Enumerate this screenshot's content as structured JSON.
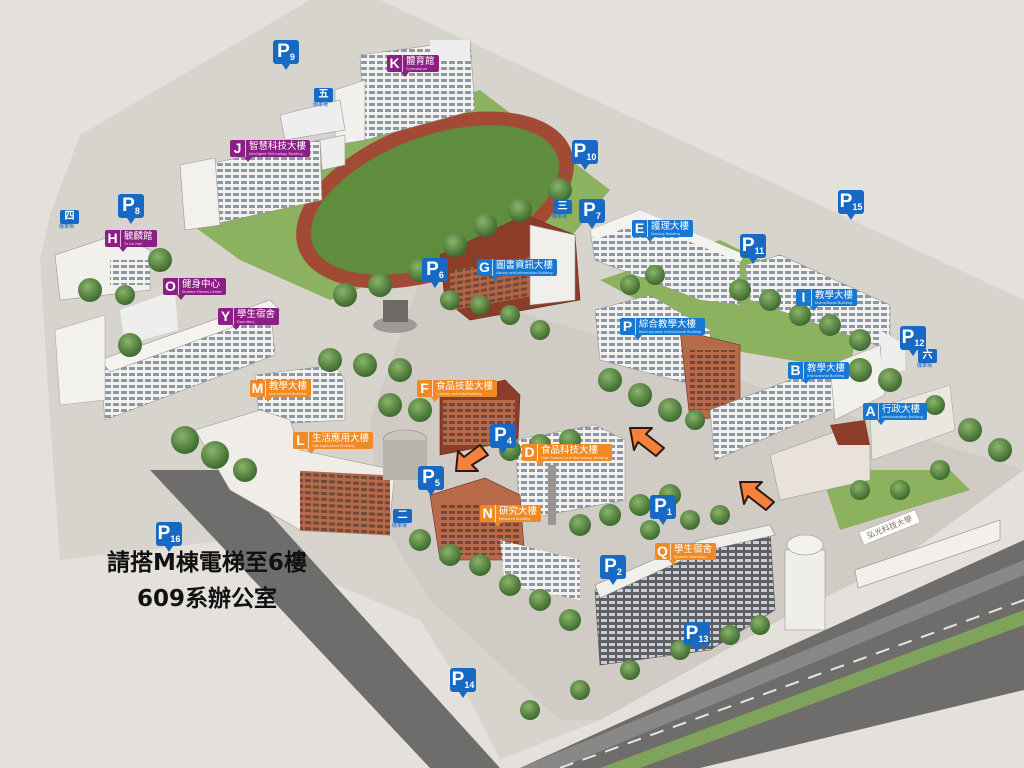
{
  "instruction": {
    "line1": "請搭M棟電梯至6樓",
    "line2": "609系辦公室"
  },
  "parking": [
    {
      "id": "p9",
      "prefix": "P",
      "num": "9"
    },
    {
      "id": "p10",
      "prefix": "P",
      "num": "10"
    },
    {
      "id": "p8",
      "prefix": "P",
      "num": "8"
    },
    {
      "id": "p7",
      "prefix": "P",
      "num": "7"
    },
    {
      "id": "p6",
      "prefix": "P",
      "num": "6"
    },
    {
      "id": "p15",
      "prefix": "P",
      "num": "15"
    },
    {
      "id": "p11",
      "prefix": "P",
      "num": "11"
    },
    {
      "id": "p12",
      "prefix": "P",
      "num": "12"
    },
    {
      "id": "p4",
      "prefix": "P",
      "num": "4"
    },
    {
      "id": "p5",
      "prefix": "P",
      "num": "5"
    },
    {
      "id": "p1",
      "prefix": "P",
      "num": "1"
    },
    {
      "id": "p16",
      "prefix": "P",
      "num": "16"
    },
    {
      "id": "p2",
      "prefix": "P",
      "num": "2"
    },
    {
      "id": "p13",
      "prefix": "P",
      "num": "13"
    },
    {
      "id": "p14",
      "prefix": "P",
      "num": "14"
    }
  ],
  "gates": [
    {
      "id": "gate5",
      "label": "五",
      "sub": "機車場"
    },
    {
      "id": "gate4",
      "label": "四",
      "sub": "機車場"
    },
    {
      "id": "gate3",
      "label": "三",
      "sub": "機車場"
    },
    {
      "id": "gate6",
      "label": "六",
      "sub": "機車場"
    },
    {
      "id": "gate2",
      "label": "二",
      "sub": "機車場"
    }
  ],
  "buildings": [
    {
      "id": "k",
      "letter": "K",
      "zh": "體育館",
      "en": "Gymnasium",
      "color": "purple"
    },
    {
      "id": "j",
      "letter": "J",
      "zh": "智慧科技大樓",
      "en": "Intelligent Technology Building",
      "color": "purple"
    },
    {
      "id": "h",
      "letter": "H",
      "zh": "毓麟館",
      "en": "Yu Lin Hall",
      "color": "purple"
    },
    {
      "id": "o",
      "letter": "O",
      "zh": "健身中心",
      "en": "Student Fitness Center",
      "color": "purple"
    },
    {
      "id": "y",
      "letter": "Y",
      "zh": "學生宿舍",
      "en": "Dormitory",
      "color": "purple"
    },
    {
      "id": "e",
      "letter": "E",
      "zh": "護理大樓",
      "en": "Nursing Building",
      "color": "blue"
    },
    {
      "id": "g",
      "letter": "G",
      "zh": "圖書資訊大樓",
      "en": "Library and Information Building",
      "color": "blue"
    },
    {
      "id": "i",
      "letter": "I",
      "zh": "教學大樓",
      "en": "Instructional Building",
      "color": "blue"
    },
    {
      "id": "p",
      "letter": "P",
      "zh": "綜合教學大樓",
      "en": "Multi-purpose Instructional Building",
      "color": "blue"
    },
    {
      "id": "b",
      "letter": "B",
      "zh": "教學大樓",
      "en": "Instructional Building",
      "color": "blue"
    },
    {
      "id": "a",
      "letter": "A",
      "zh": "行政大樓",
      "en": "Administration Building",
      "color": "blue"
    },
    {
      "id": "m",
      "letter": "M",
      "zh": "教學大樓",
      "en": "Instructional Building",
      "color": "orange"
    },
    {
      "id": "f",
      "letter": "F",
      "zh": "食品技藝大樓",
      "en": "Culinary and Arts Building",
      "color": "orange"
    },
    {
      "id": "l",
      "letter": "L",
      "zh": "生活應用大樓",
      "en": "Life Application Building",
      "color": "orange"
    },
    {
      "id": "d",
      "letter": "D",
      "zh": "食品科技大樓",
      "en": "Food Science and Technology Building",
      "color": "orange"
    },
    {
      "id": "n",
      "letter": "N",
      "zh": "研究大樓",
      "en": "Research Building",
      "color": "orange"
    },
    {
      "id": "q",
      "letter": "Q",
      "zh": "學生宿舍",
      "en": "Student Dormitory",
      "color": "orange"
    }
  ],
  "entrance_sign": "弘光科技大學",
  "colors": {
    "parking": "#1769c4",
    "blue_bldg": "#1778d2",
    "purple_bldg": "#8c1e85",
    "orange_bldg": "#f08a25",
    "arrow": "#f5813a"
  }
}
